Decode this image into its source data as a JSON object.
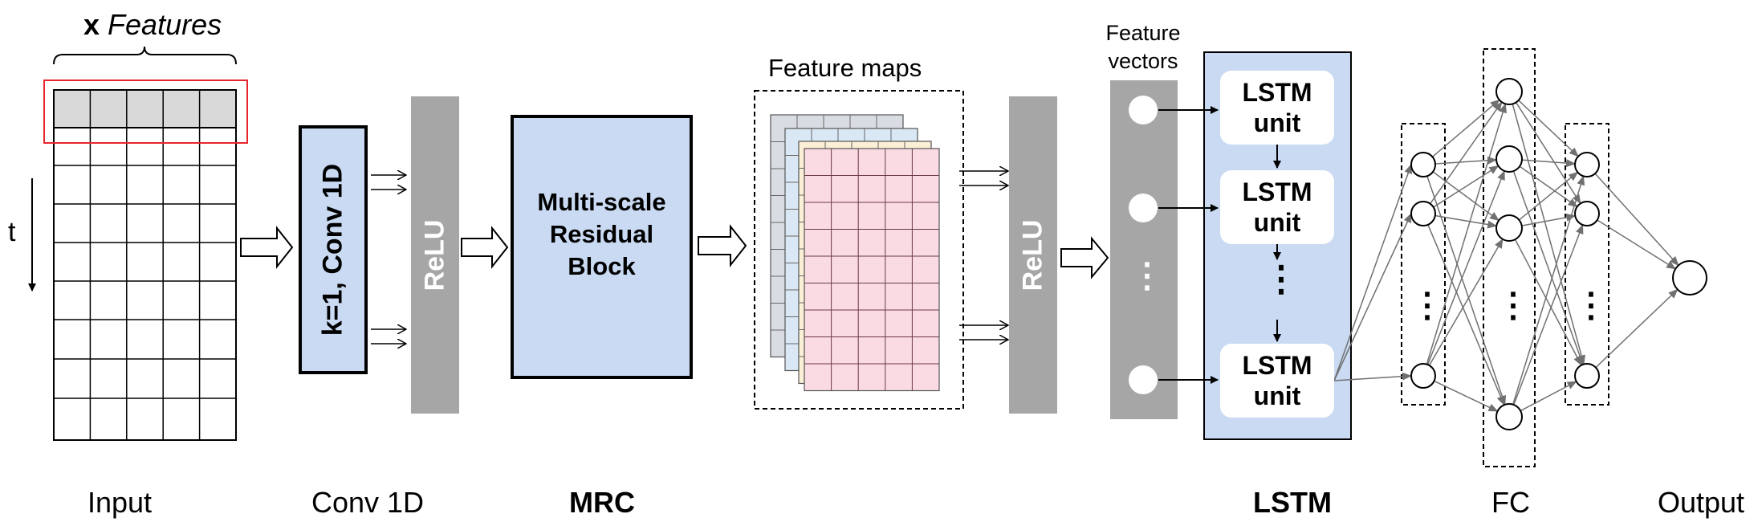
{
  "input": {
    "header_x": "x",
    "header_features": "Features",
    "time_label": "t",
    "label": "Input"
  },
  "conv": {
    "box_text": "k=1, Conv 1D",
    "label": "Conv 1D"
  },
  "relu": {
    "label1": "ReLU",
    "label2": "ReLU"
  },
  "mrc": {
    "box_text_line1": "Multi-scale",
    "box_text_line2": "Residual",
    "box_text_line3": "Block",
    "label": "MRC"
  },
  "feature_maps": {
    "title": "Feature maps"
  },
  "feature_vectors": {
    "title_line1": "Feature",
    "title_line2": "vectors",
    "ellipsis": "⋮"
  },
  "lstm": {
    "unit_line1": "LSTM",
    "unit_line2": "unit",
    "ellipsis": "⋮",
    "label": "LSTM"
  },
  "fc": {
    "ellipsis": "⋮",
    "label": "FC"
  },
  "output": {
    "label": "Output"
  },
  "colors": {
    "light_blue": "#c9daf2",
    "relu_gray": "#a6a6a6",
    "input_header_gray": "#d9d9d9",
    "highlight_red": "#e8262b",
    "map_gray": "#d9dde3",
    "map_blue": "#dae8f5",
    "map_yellow": "#fbf0d6",
    "map_pink": "#fadbe3",
    "arrow_gray": "#707070"
  }
}
